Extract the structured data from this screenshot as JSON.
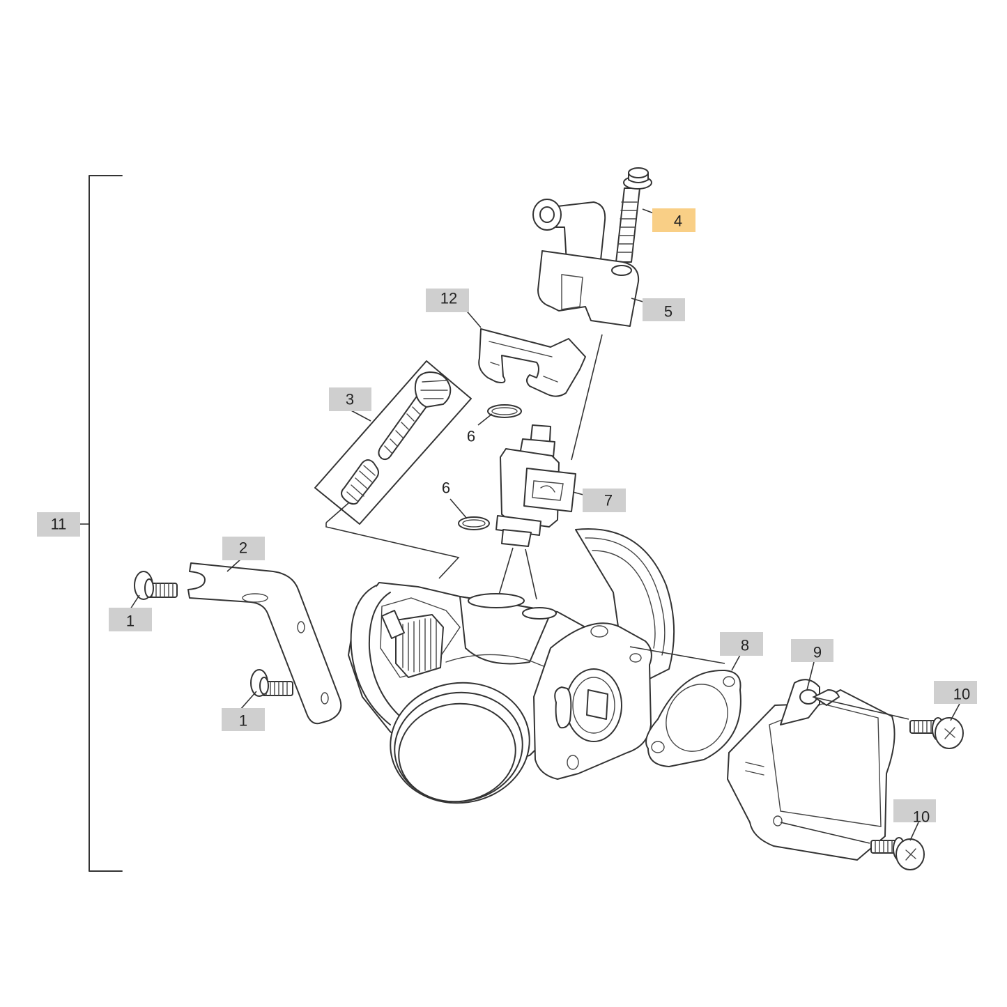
{
  "callouts": {
    "c1a": "1",
    "c1b": "1",
    "c2": "2",
    "c3": "3",
    "c4": "4",
    "c5": "5",
    "c6a": "6",
    "c6b": "6",
    "c7": "7",
    "c8": "8",
    "c9": "9",
    "c10a": "10",
    "c10b": "10",
    "c11": "11",
    "c12": "12"
  },
  "colors": {
    "callout_box": "#cfcfcf",
    "highlight_box": "#f9cf86",
    "line": "#333333"
  },
  "highlighted_part": "4"
}
